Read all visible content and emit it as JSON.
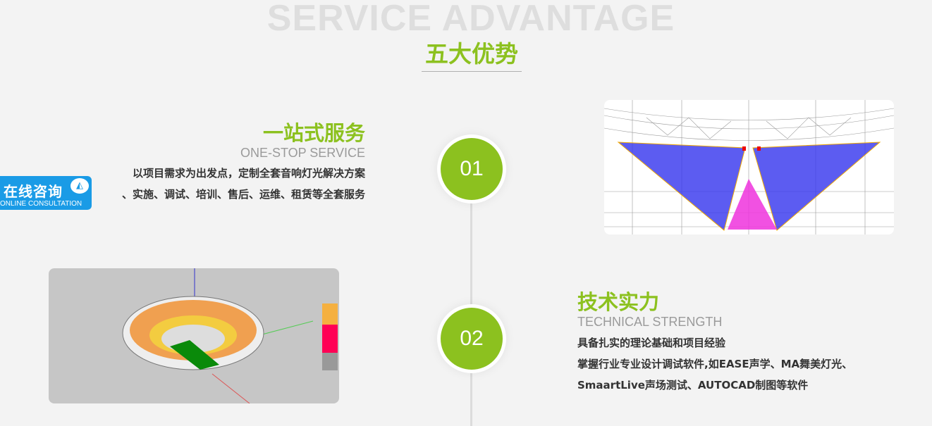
{
  "header": {
    "bg_title": "SERVICE ADVANTAGE",
    "title": "五大优势"
  },
  "items": [
    {
      "number": "01",
      "title": "一站式服务",
      "subtitle": "ONE-STOP SERVICE",
      "lines": [
        "以项目需求为出发点，定制全套音响灯光解决方案",
        "、实施、调试、培训、售后、运维、租赁等全套服务"
      ]
    },
    {
      "number": "02",
      "title": "技术实力",
      "subtitle": "TECHNICAL STRENGTH",
      "lines": [
        "具备扎实的理论基础和项目经验",
        "掌握行业专业设计调试软件,如EASE声学、MA舞美灯光、",
        "SmaartLive声场测试、AUTOCAD制图等软件"
      ]
    }
  ],
  "consult": {
    "label": "在线咨询",
    "sublabel": "ONLINE CONSULTATION"
  },
  "colors": {
    "accent": "#8cc11f",
    "consult": "#1a9be6"
  }
}
